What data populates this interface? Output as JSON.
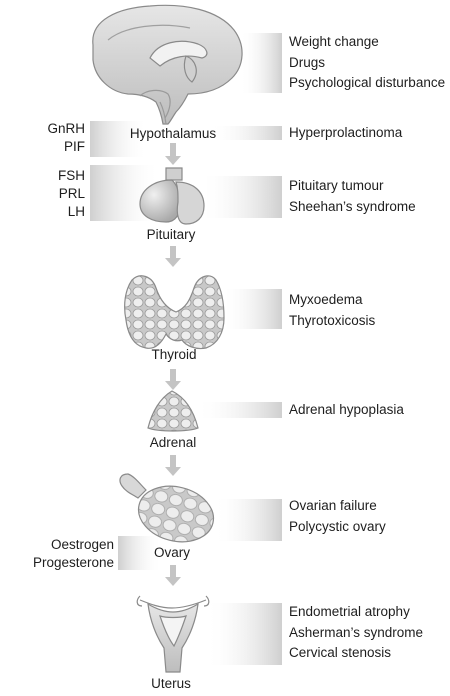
{
  "organs": [
    {
      "id": "hypothalamus",
      "label": "Hypothalamus"
    },
    {
      "id": "pituitary",
      "label": "Pituitary"
    },
    {
      "id": "thyroid",
      "label": "Thyroid"
    },
    {
      "id": "adrenal",
      "label": "Adrenal"
    },
    {
      "id": "ovary",
      "label": "Ovary"
    },
    {
      "id": "uterus",
      "label": "Uterus"
    }
  ],
  "causes": {
    "brain": [
      "Weight change",
      "Drugs",
      "Psychological disturbance"
    ],
    "hypothalamus": [
      "Hyperprolactinoma"
    ],
    "pituitary": [
      "Pituitary tumour",
      "Sheehan’s syndrome"
    ],
    "thyroid": [
      "Myxoedema",
      "Thyrotoxicosis"
    ],
    "adrenal": [
      "Adrenal hypoplasia"
    ],
    "ovary": [
      "Ovarian failure",
      "Polycystic ovary"
    ],
    "uterus": [
      "Endometrial atrophy",
      "Asherman’s syndrome",
      "Cervical stenosis"
    ]
  },
  "hormones": {
    "hypothalamus": [
      "GnRH",
      "PIF"
    ],
    "pituitary": [
      "FSH",
      "PRL",
      "LH"
    ],
    "ovary": [
      "Oestrogen",
      "Progesterone"
    ]
  },
  "colors": {
    "organ_fill": "#d4d4d4",
    "organ_stroke": "#8a8a8a",
    "bar_dark": "#cfcfcf",
    "arrow": "#c4c4c4",
    "text": "#1e1e1e"
  }
}
